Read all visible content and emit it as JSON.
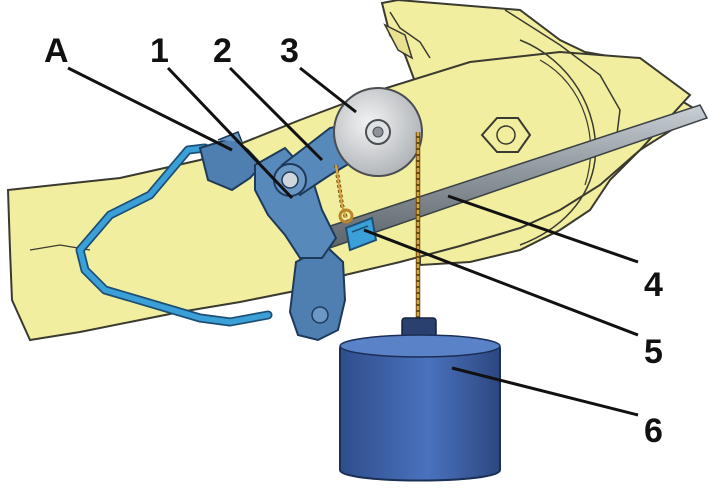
{
  "diagram": {
    "callouts": {
      "a": "A",
      "c1": "1",
      "c2": "2",
      "c3": "3",
      "c4": "4",
      "c5": "5",
      "c6": "6"
    },
    "colors": {
      "body_panel": "#f2eea0",
      "body_outline": "#3a3a30",
      "bracket_blue": "#4f7fb0",
      "bracket_dark": "#2d5078",
      "wire_blue": "#3b9fd8",
      "rod_gray": "#8a9298",
      "pulley_gray": "#d6d8da",
      "cord": "#b8862a",
      "weight_blue": "#3c5fa8",
      "label_text": "#111111"
    },
    "icons": [
      "pulley-icon",
      "weight-icon",
      "bracket-icon",
      "rod-icon",
      "clip-icon"
    ]
  }
}
